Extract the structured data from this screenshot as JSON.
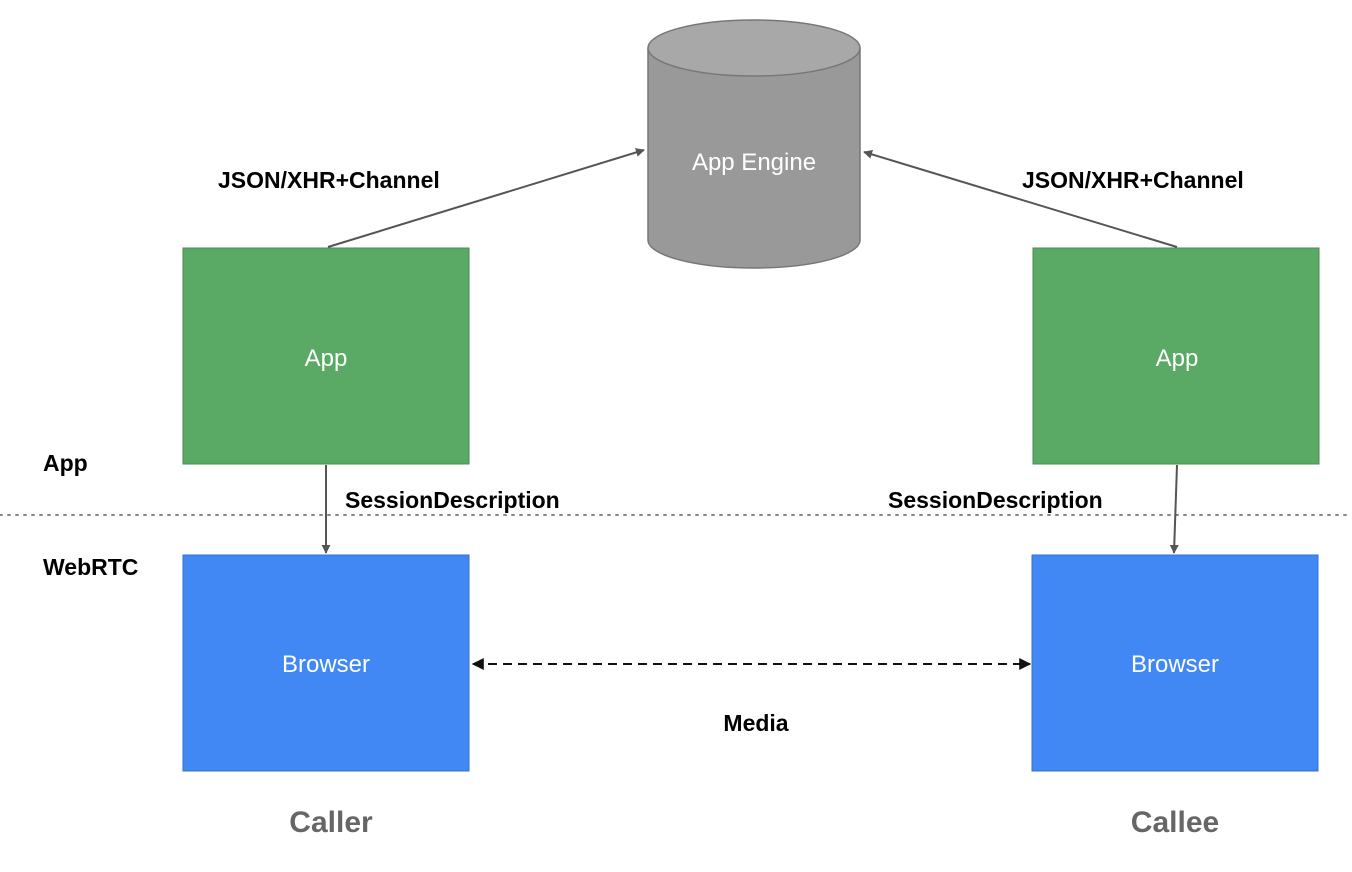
{
  "colors": {
    "app_box": "#5aaa65",
    "browser_box": "#4188f5",
    "engine": "#999999",
    "engine_top": "#a8a8a8",
    "arrow": "#555555",
    "divider": "#888888",
    "role_text": "#666666"
  },
  "engine": {
    "label": "App Engine"
  },
  "layers": {
    "app": "App",
    "webrtc": "WebRTC"
  },
  "caller": {
    "app_label": "App",
    "browser_label": "Browser",
    "role": "Caller",
    "signal_label": "JSON/XHR+Channel",
    "session_label": "SessionDescription"
  },
  "callee": {
    "app_label": "App",
    "browser_label": "Browser",
    "role": "Callee",
    "signal_label": "JSON/XHR+Channel",
    "session_label": "SessionDescription"
  },
  "media_label": "Media"
}
